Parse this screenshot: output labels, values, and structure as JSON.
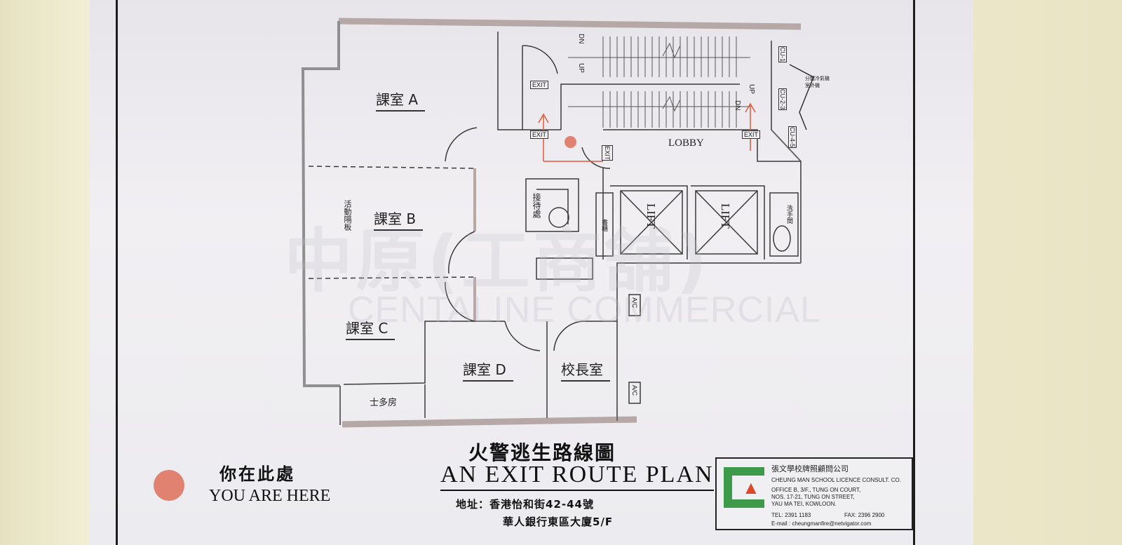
{
  "plan": {
    "rooms": {
      "room_a": "課室 A",
      "room_b": "課室 B",
      "room_c": "課室 C",
      "room_d": "課室 D",
      "principal": "校長室",
      "store": "士多房",
      "reception": "接待處",
      "partition": "活動隔板",
      "cabinet": "書櫃",
      "washroom": "洗手間"
    },
    "lobby": "LOBBY",
    "lift_left": "LIFT",
    "lift_right": "LIFT",
    "stairs": {
      "dn_1": "DN",
      "up_1": "UP",
      "up_2": "UP",
      "dn_2": "DN"
    },
    "exit_labels": [
      "EXIT",
      "EXIT",
      "EXIT",
      "EXIT"
    ],
    "ac_labels": [
      "A/C",
      "A/C"
    ],
    "cu_labels": [
      "CU-1",
      "CU-2-3",
      "CU-4-5"
    ],
    "cu_note": "分體冷氣機\n室外機"
  },
  "you_are_here": {
    "cn": "你在此處",
    "en": "YOU ARE HERE"
  },
  "title": {
    "cn": "火警逃生路線圖",
    "en": "AN EXIT ROUTE PLAN",
    "address_1": "地址：香港怡和街42-44號",
    "address_2": "華人銀行東區大廈5/F"
  },
  "company": {
    "cn": "張文學校牌照顧問公司",
    "en": "CHEUNG MAN SCHOOL LICENCE CONSULT. CO.",
    "addr1": "OFFICE B, 3/F., TUNG ON COURT,",
    "addr2": "NOS. 17-21, TUNG ON STREET,",
    "addr3": "YAU MA TEI, KOWLOON.",
    "tel": "TEL: 2391 1183",
    "fax": "FAX: 2396 2900",
    "email": "E-mail : cheungmanfire@netvigator.com"
  },
  "watermark": {
    "cn": "中原(工商舖)",
    "en": "CENTALINE COMMERCIAL"
  },
  "colors": {
    "marker": "#e0826f",
    "walls": "#b8aaa8",
    "exit_arrow": "#e05a3a",
    "logo_green": "#3e9a4b"
  }
}
